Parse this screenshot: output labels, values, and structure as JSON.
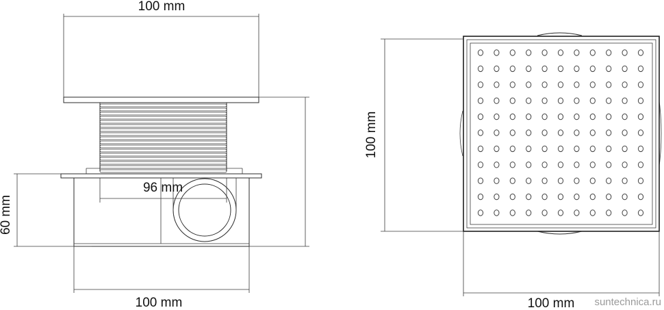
{
  "dimensions": {
    "side_top_width": "100 mm",
    "side_inner_width": "96 mm",
    "side_height": "60 mm",
    "side_bottom_width": "100 mm",
    "top_height": "100 mm",
    "top_bottom_width": "100 mm"
  },
  "watermark": "suntechnica.ru",
  "grate": {
    "rows": 11,
    "cols": 11
  },
  "colors": {
    "line": "#2a2a2a",
    "text": "#111111",
    "watermark": "#9a9a9a"
  }
}
